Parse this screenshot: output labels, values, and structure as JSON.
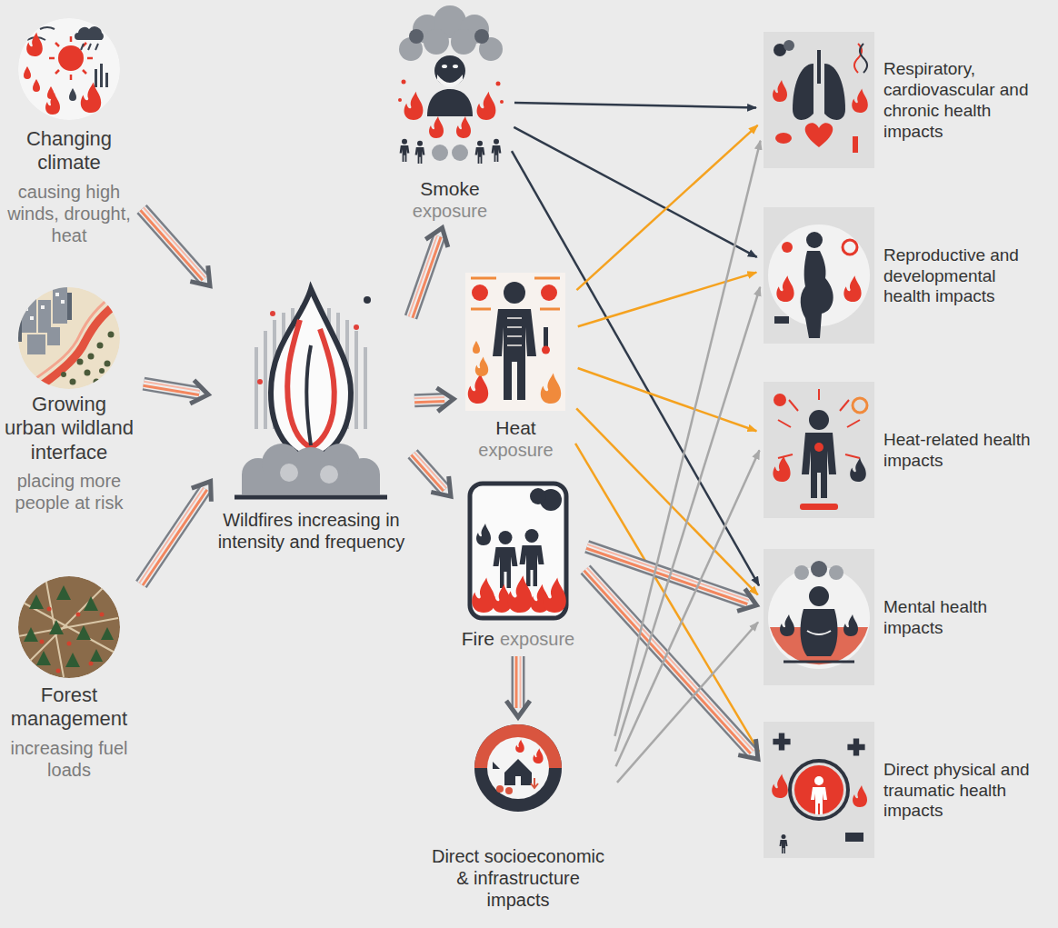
{
  "diagram": {
    "nodes": [
      {
        "text": [
          "Changing climate",
          "causing high winds, drought, heat"
        ]
      },
      {
        "text": [
          "Growing urban wildland interface",
          "placing more people at risk"
        ]
      },
      {
        "text": [
          "Forest management",
          "increasing fuel loads"
        ]
      },
      {
        "text": [
          "Wildfires increasing in intensity and frequency"
        ]
      },
      {
        "text": [
          "Smoke",
          "exposure"
        ]
      },
      {
        "text": [
          "Heat",
          "exposure"
        ]
      },
      {
        "text": [
          "Fire",
          "exposure"
        ]
      },
      {
        "text": [
          "Direct socioeconomic & infrastructure impacts"
        ]
      },
      {
        "text": [
          "Respiratory, cardiovascular and chronic health impacts"
        ]
      },
      {
        "text": [
          "Reproductive and developmental health impacts"
        ]
      },
      {
        "text": [
          "Heat-related health impacts"
        ]
      },
      {
        "text": [
          "Mental health impacts"
        ]
      },
      {
        "text": [
          "Direct physical and traumatic health impacts"
        ]
      }
    ],
    "edges": [
      {
        "from": 0,
        "to": 3,
        "arrow": "to"
      },
      {
        "from": 1,
        "to": 3,
        "arrow": "to"
      },
      {
        "from": 2,
        "to": 3,
        "arrow": "to"
      },
      {
        "from": 3,
        "to": 4,
        "arrow": "to"
      },
      {
        "from": 3,
        "to": 5,
        "arrow": "to"
      },
      {
        "from": 3,
        "to": 6,
        "arrow": "to"
      },
      {
        "from": 6,
        "to": 7,
        "arrow": "to"
      },
      {
        "from": 4,
        "to": 8,
        "arrow": "to"
      },
      {
        "from": 4,
        "to": 9,
        "arrow": "to"
      },
      {
        "from": 4,
        "to": 11,
        "arrow": "to"
      },
      {
        "from": 5,
        "to": 8,
        "arrow": "to"
      },
      {
        "from": 5,
        "to": 9,
        "arrow": "to"
      },
      {
        "from": 5,
        "to": 10,
        "arrow": "to"
      },
      {
        "from": 5,
        "to": 11,
        "arrow": "to"
      },
      {
        "from": 5,
        "to": 12,
        "arrow": "to"
      },
      {
        "from": 6,
        "to": 11,
        "arrow": "to"
      },
      {
        "from": 6,
        "to": 12,
        "arrow": "to"
      },
      {
        "from": 7,
        "to": 8,
        "arrow": "to"
      },
      {
        "from": 7,
        "to": 9,
        "arrow": "to"
      },
      {
        "from": 7,
        "to": 10,
        "arrow": "to"
      },
      {
        "from": 7,
        "to": 11,
        "arrow": "to"
      }
    ]
  }
}
